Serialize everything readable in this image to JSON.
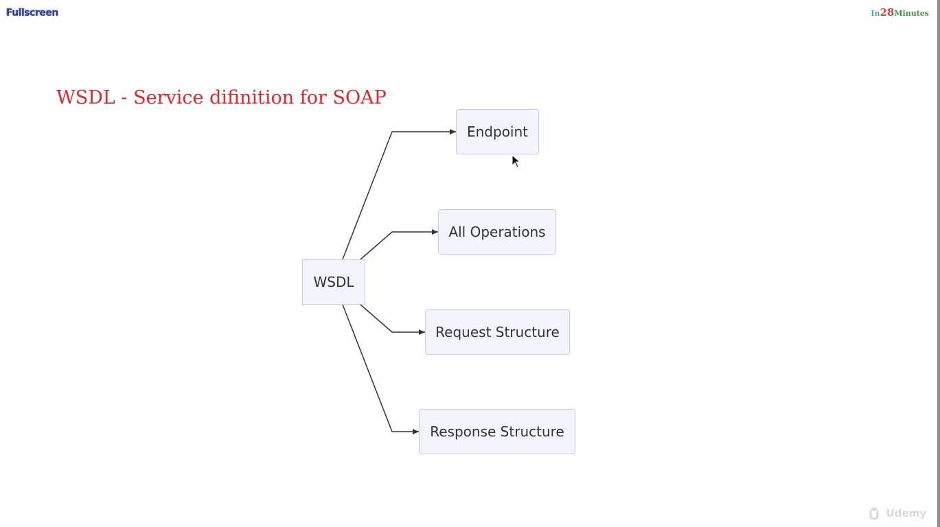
{
  "toolbar": {
    "fullscreen_label": "Fullscreen"
  },
  "brand": {
    "part1": "In",
    "part2": "28",
    "part3": "Minutes"
  },
  "slide": {
    "title": "WSDL - Service difinition for SOAP"
  },
  "diagram": {
    "root": "WSDL",
    "children": [
      "Endpoint",
      "All Operations",
      "Request Structure",
      "Response Structure"
    ]
  },
  "watermark": {
    "label": "Udemy",
    "icon": "udemy-logo-icon"
  },
  "colors": {
    "title": "#e0262a",
    "node_fill": "#f4f4fe",
    "node_border": "#c9c9ee",
    "edge": "#333333",
    "brand_blue": "#3fa9c9",
    "brand_red": "#d64533",
    "brand_green": "#3e9a3e"
  }
}
